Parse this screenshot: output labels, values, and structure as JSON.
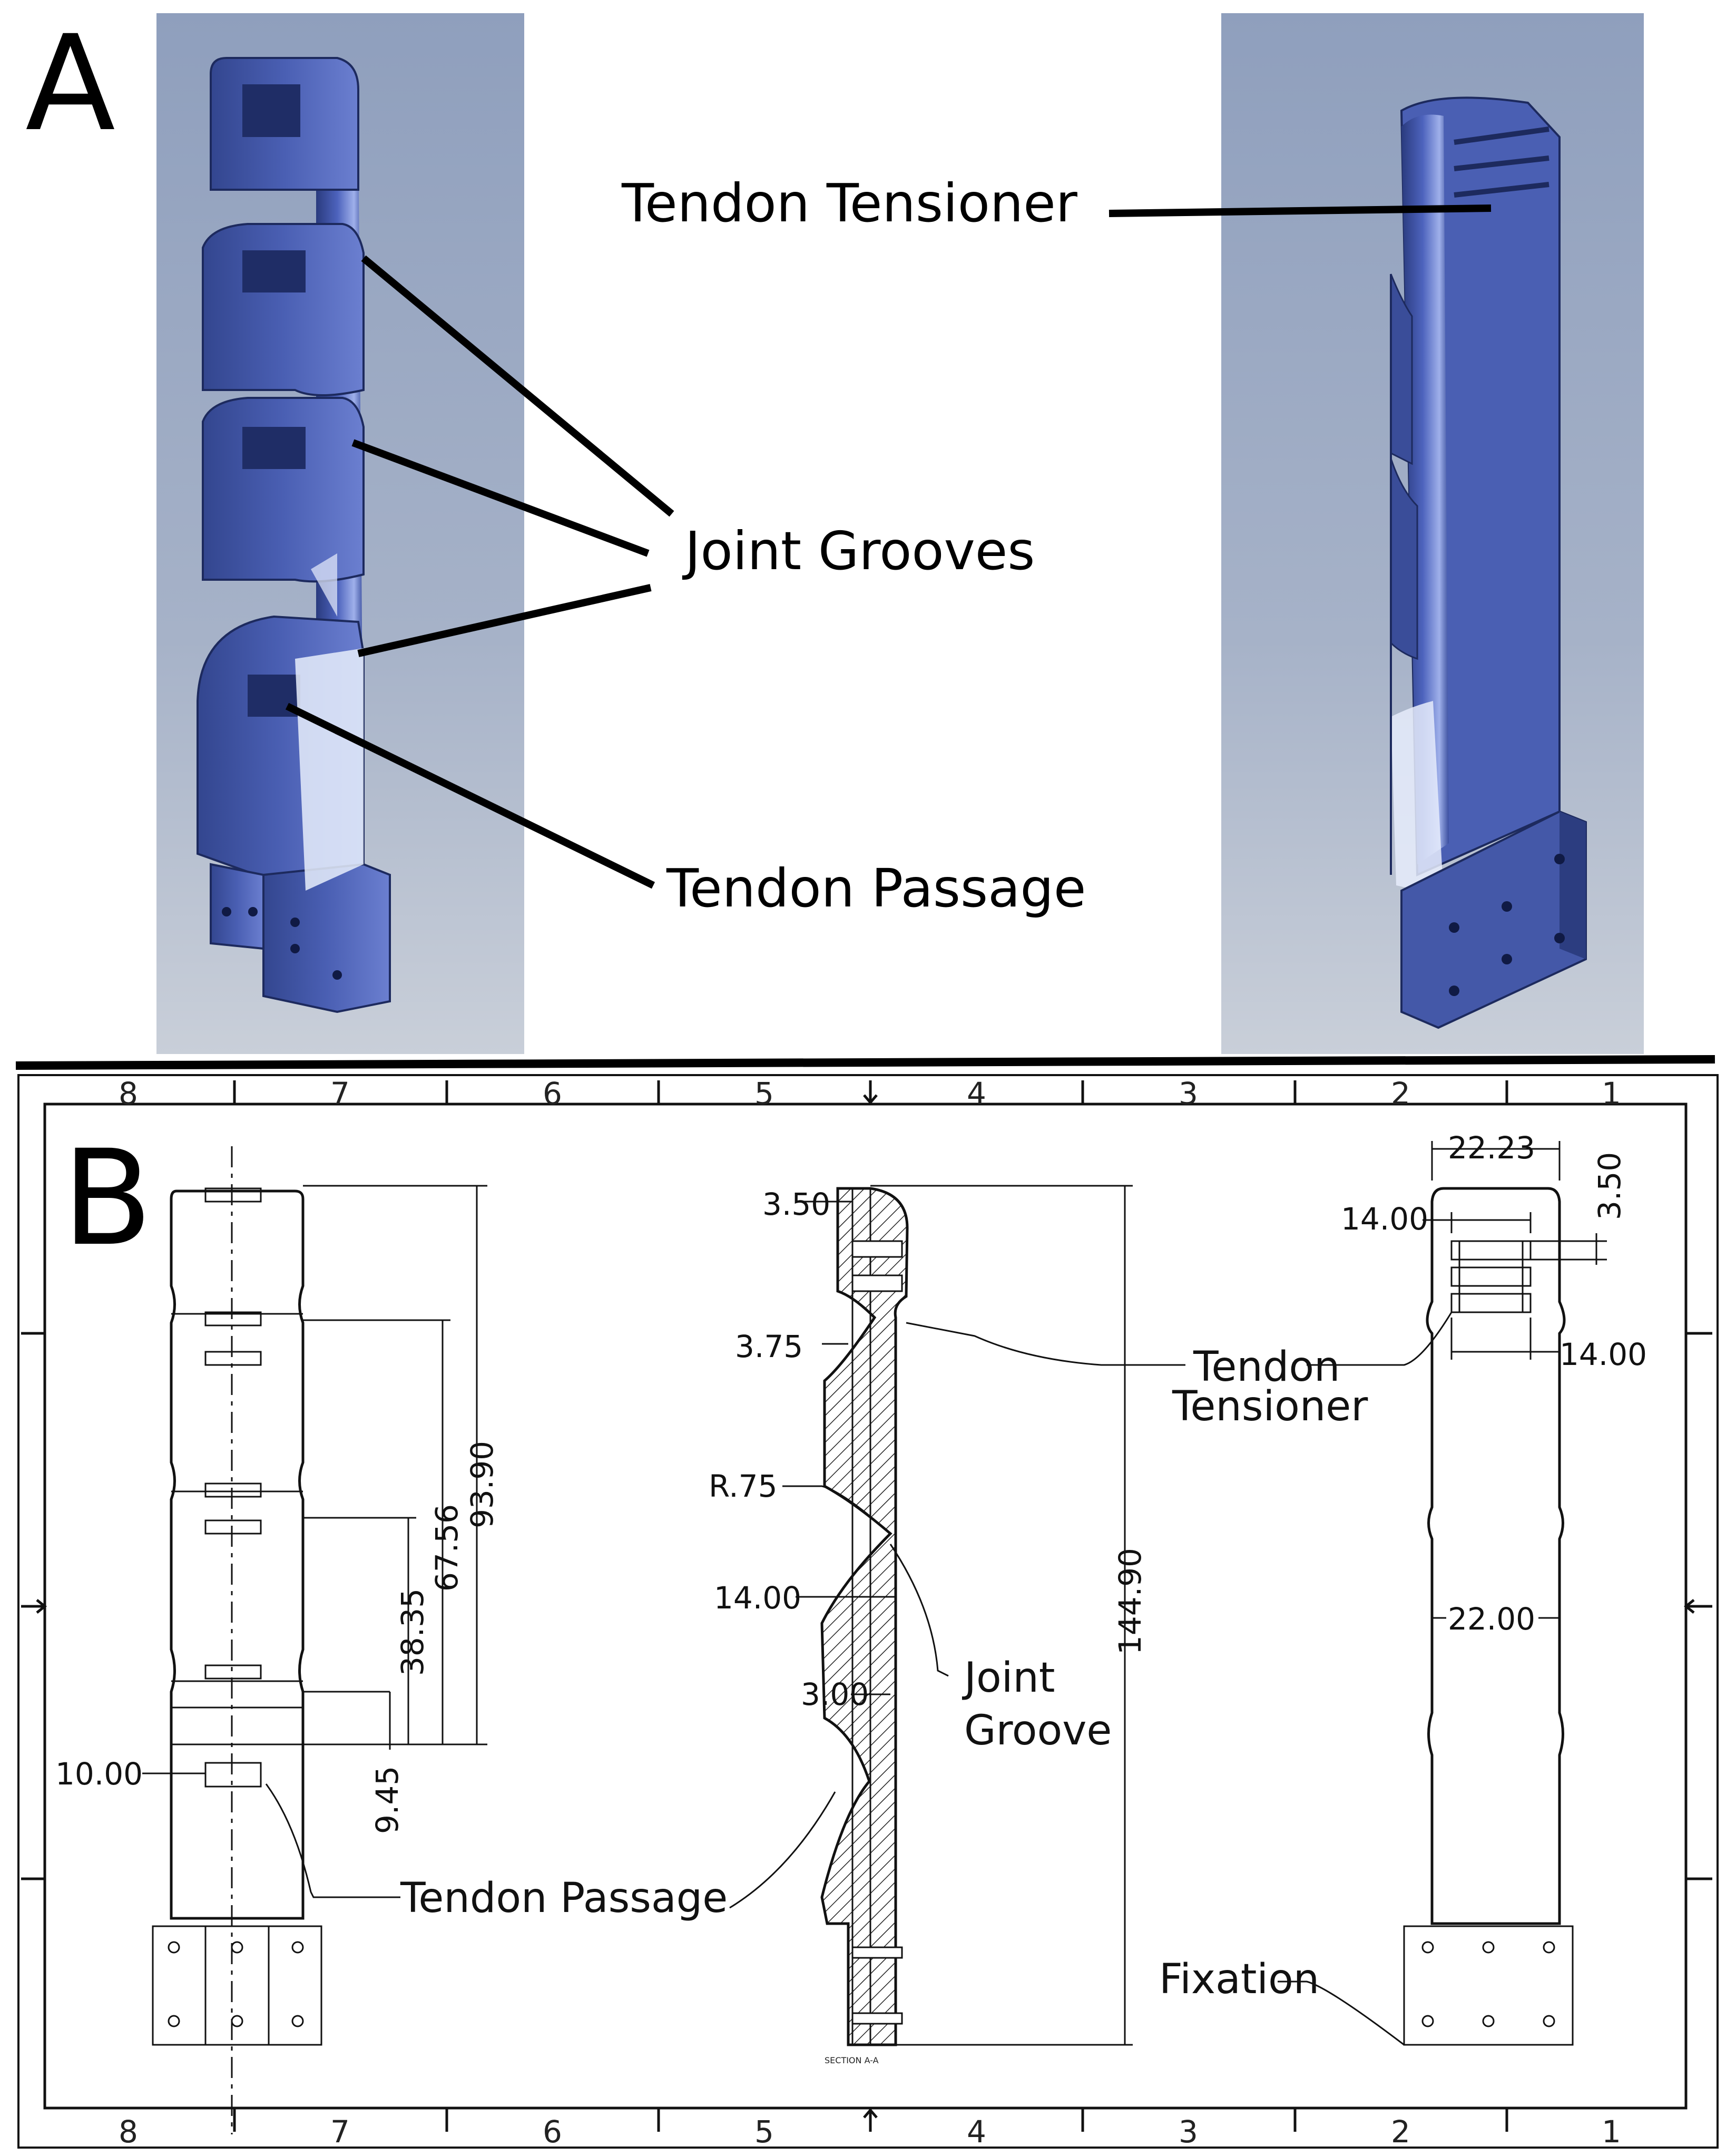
{
  "panel_a": {
    "label": "A",
    "callouts": {
      "tendon_tensioner": "Tendon Tensioner",
      "joint_grooves": "Joint Grooves",
      "tendon_passage": "Tendon Passage"
    },
    "colors": {
      "background": "#98a6bf",
      "part_blue": "#4458a8",
      "part_dark": "#2c3d80",
      "part_light": "#7d8fd6"
    }
  },
  "panel_b": {
    "label": "B",
    "zone_numbers": [
      "8",
      "7",
      "6",
      "5",
      "4",
      "3",
      "2",
      "1"
    ],
    "left_view": {
      "dims": {
        "d1": "93.90",
        "d2": "67.56",
        "d3": "38.35",
        "d4": "9.45",
        "d5": "10.00"
      },
      "callout": "Tendon Passage"
    },
    "section_view": {
      "dims": {
        "d1": "3.50",
        "d2": "3.75",
        "d3": "R.75",
        "d4": "14.00",
        "d5": "3.00",
        "d6": "144.90"
      },
      "callout_line1": "Joint",
      "callout_line2": "Groove",
      "caption": "SECTION A-A"
    },
    "right_view": {
      "dims": {
        "d1": "22.23",
        "d2": "3.50",
        "d3": "14.00",
        "d4": "14.00",
        "d5": "22.00"
      },
      "callout_tensioner_line1": "Tendon",
      "callout_tensioner_line2": "Tensioner",
      "callout_fixation": "Fixation"
    }
  }
}
